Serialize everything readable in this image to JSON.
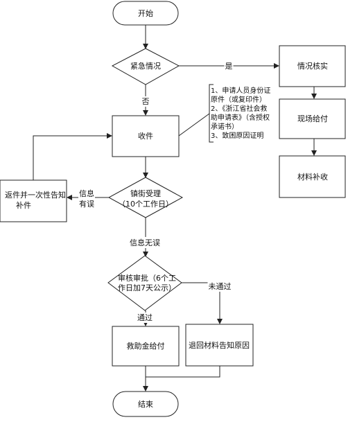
{
  "nodes": {
    "start": "开始",
    "urgent": "紧急情况",
    "verify": "情况核实",
    "onsite": "现场给付",
    "supplement": "材料补收",
    "receive": "收件",
    "review": [
      "镇街受理",
      "（10个工作日）"
    ],
    "return": [
      "返件并一次性告知",
      "补件"
    ],
    "approve": [
      "审核审批（6个工",
      "作日加7天公示）"
    ],
    "pay": "救助金给付",
    "reject": "退回材料告知原因",
    "end": "结束"
  },
  "edge_labels": {
    "yes": "是",
    "no": "否",
    "info_error": [
      "信息",
      "有误"
    ],
    "info_ok": "信息无误",
    "passed": "通过",
    "failed": "未通过"
  },
  "note": {
    "lines": [
      "1、申请人员身份证",
      "原件（或复印件）",
      "2、《浙江省社会救",
      "助申请表》（含授权",
      "承诺书）",
      "3、致困原因证明"
    ]
  }
}
